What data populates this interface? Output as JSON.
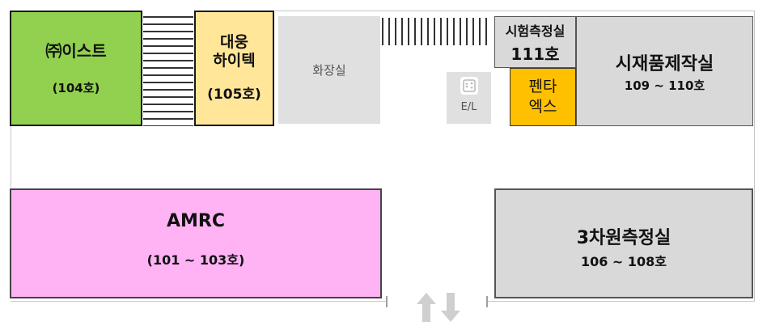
{
  "rooms": {
    "r104": {
      "name": "㈜이스트",
      "number": "(104호)",
      "color": "#92d050"
    },
    "r105": {
      "name_line1": "대웅",
      "name_line2": "하이텍",
      "number": "(105호)",
      "color": "#ffe699"
    },
    "toilet": {
      "name": "화장실"
    },
    "elevator": {
      "name": "E/L",
      "icon": "elevator-icon"
    },
    "r111": {
      "name": "시험측정실",
      "number": "111호"
    },
    "penta": {
      "name_line1": "펜타",
      "name_line2": "엑스",
      "color": "#ffc000"
    },
    "r109": {
      "name": "시재품제작실",
      "number": "109 ~ 110호"
    },
    "amrc": {
      "name": "AMRC",
      "number": "(101 ~ 103호)",
      "color": "#ffb3f5"
    },
    "r106": {
      "name": "3차원측정실",
      "number": "106 ~ 108호"
    }
  },
  "entrance": {
    "icon": "up-down-arrows-icon"
  }
}
